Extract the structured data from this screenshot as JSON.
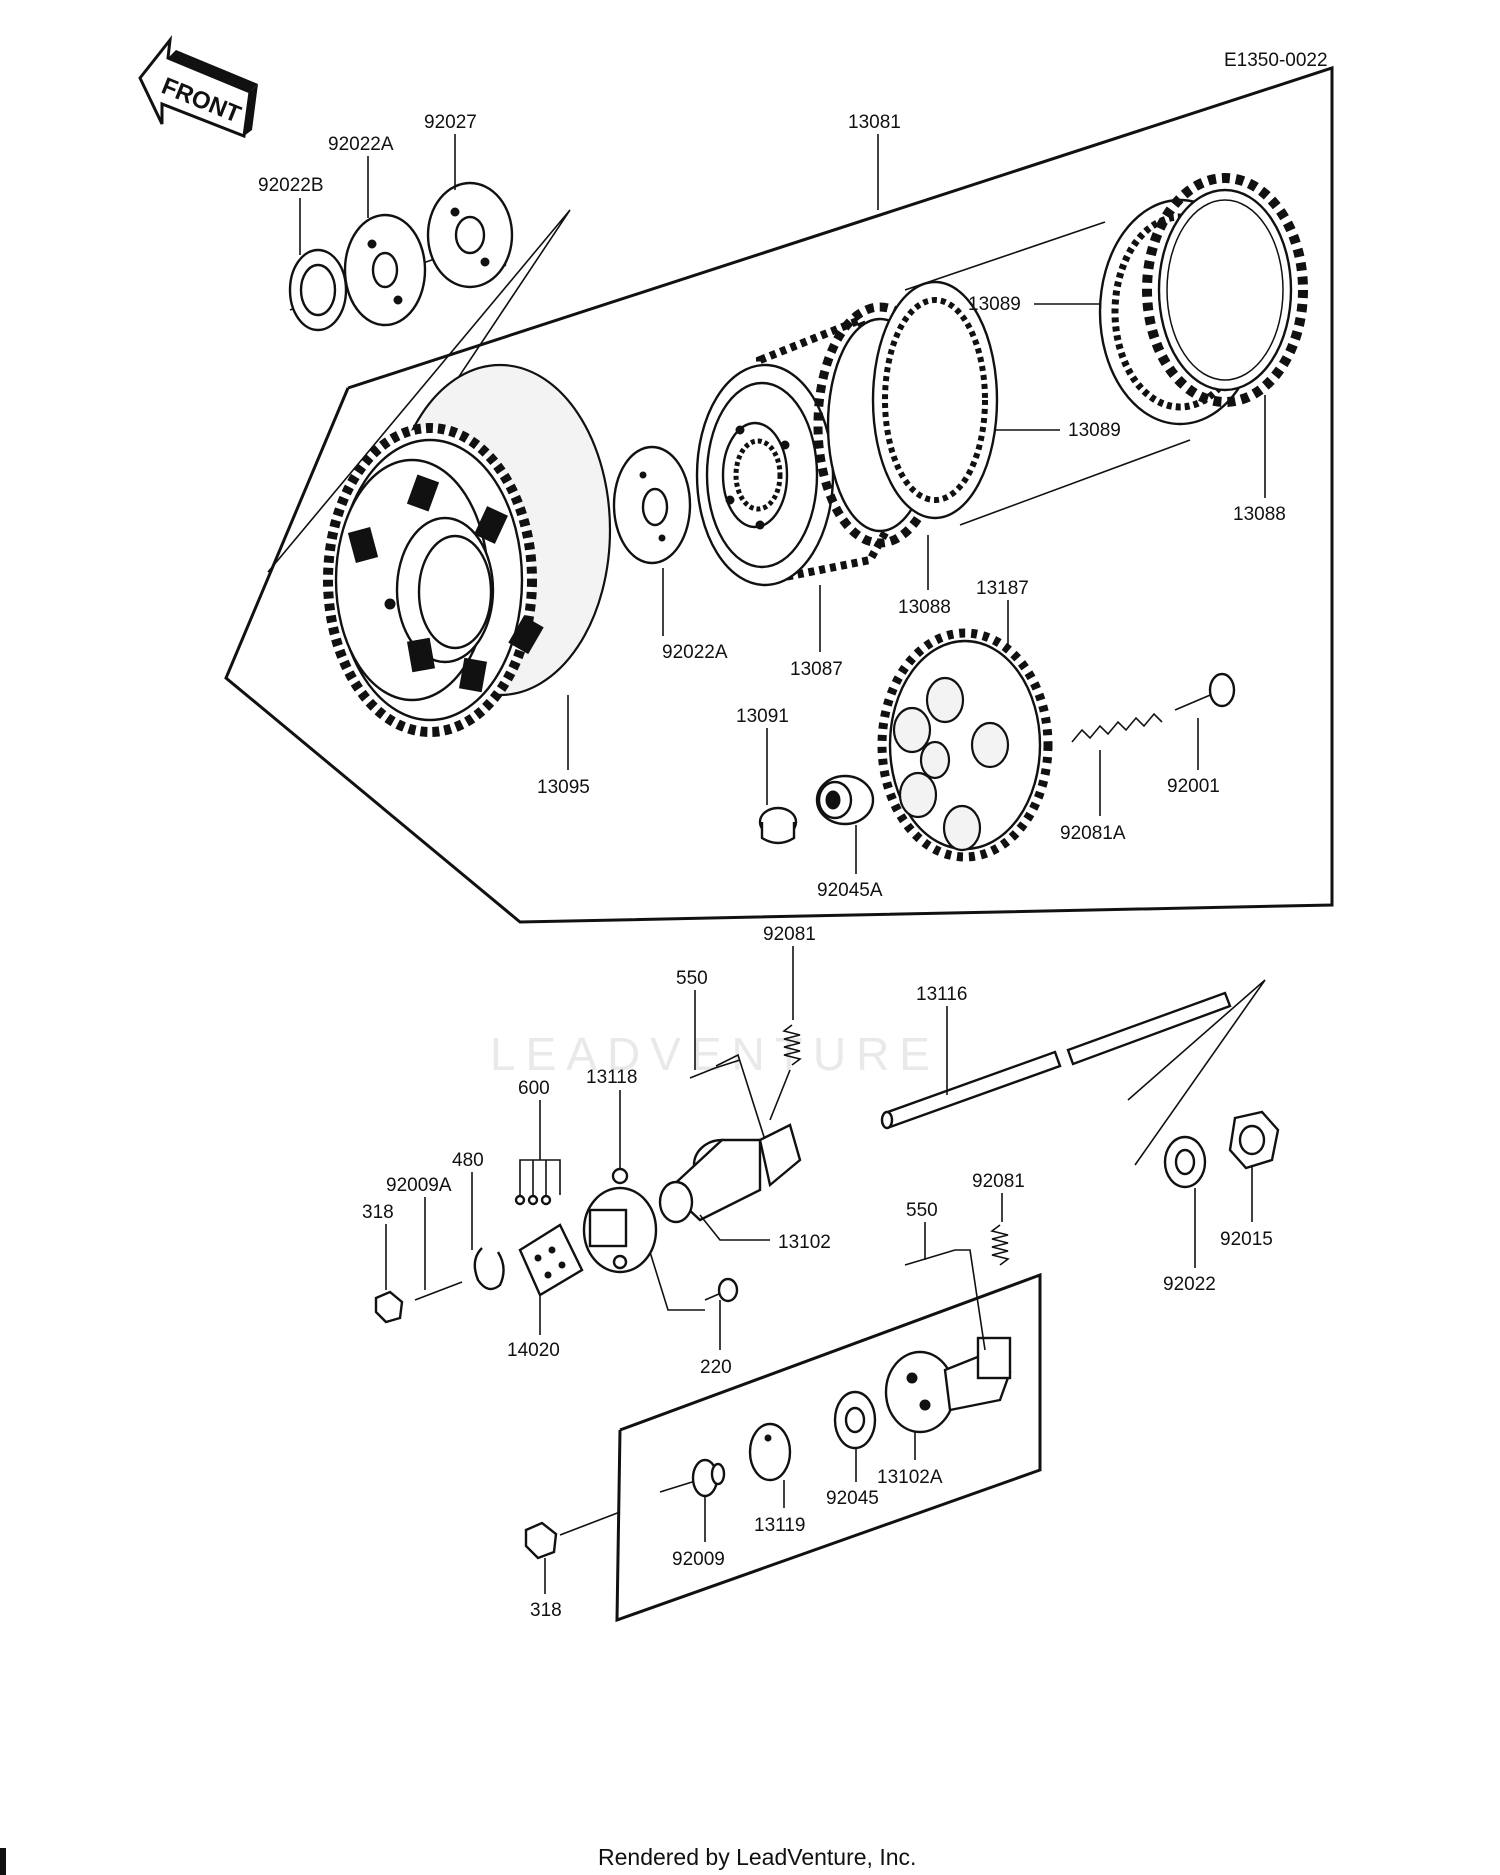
{
  "diagram_code": "E1350-0022",
  "front_label": "FRONT",
  "watermark": "LEADVENTURE",
  "credit": "Rendered by LeadVenture, Inc.",
  "labels": {
    "p92022B": "92022B",
    "p92022A_top": "92022A",
    "p92027": "92027",
    "p13081": "13081",
    "p13089_a": "13089",
    "p13089_b": "13089",
    "p13088_a": "13088",
    "p13088_b": "13088",
    "p92022A_mid": "92022A",
    "p13087": "13087",
    "p13187": "13187",
    "p13095": "13095",
    "p13091": "13091",
    "p92045A": "92045A",
    "p92081A": "92081A",
    "p92001": "92001",
    "p92081_a": "92081",
    "p550_a": "550",
    "p13116": "13116",
    "p600": "600",
    "p13118": "13118",
    "p480": "480",
    "p92009A": "92009A",
    "p318_a": "318",
    "p13102": "13102",
    "p14020": "14020",
    "p220": "220",
    "p92081_b": "92081",
    "p550_b": "550",
    "p92022": "92022",
    "p92015": "92015",
    "p13102A": "13102A",
    "p92045": "92045",
    "p13119": "13119",
    "p92009": "92009",
    "p318_b": "318"
  }
}
